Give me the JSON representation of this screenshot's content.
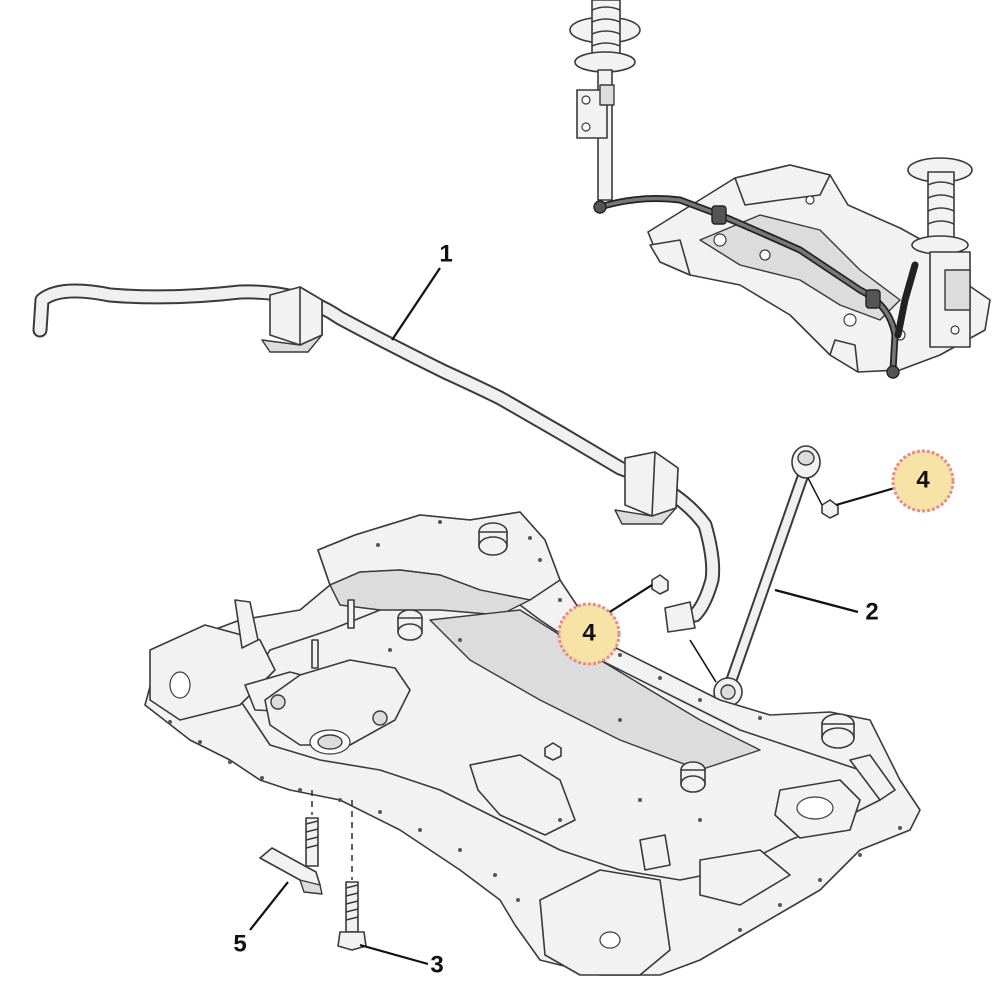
{
  "callouts": [
    {
      "id": "1",
      "text": "1",
      "part": "stabilizer-bar",
      "highlighted": false
    },
    {
      "id": "2",
      "text": "2",
      "part": "stabilizer-link",
      "highlighted": false
    },
    {
      "id": "3",
      "text": "3",
      "part": "subframe-bolt",
      "highlighted": false
    },
    {
      "id": "4a",
      "text": "4",
      "part": "link-nut-upper",
      "highlighted": true
    },
    {
      "id": "4b",
      "text": "4",
      "part": "link-nut-lower",
      "highlighted": true
    },
    {
      "id": "5",
      "text": "5",
      "part": "bracket-bolt",
      "highlighted": false
    }
  ],
  "colors": {
    "highlight_fill": "#f8e3a6",
    "highlight_ring": "#e88a8a",
    "line": "#3a3a3a",
    "part_fill": "#f2f2f2"
  }
}
